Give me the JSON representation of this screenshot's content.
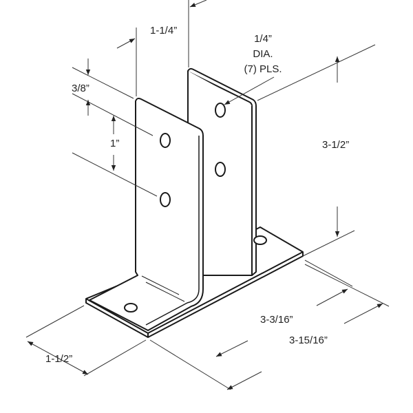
{
  "title": "Double ear urinal screen bracket",
  "dimensions": {
    "plate_gap": "1-1/4”",
    "hole_dia_line1": "1/4”",
    "hole_dia_line2": "DIA.",
    "hole_dia_line3": "(7) PLS.",
    "edge_to_hole": "3/8”",
    "hole_spacing": "1”",
    "height": "3-1/2”",
    "base_inner": "3-3/16”",
    "base_length": "3-15/16”",
    "base_width": "1-1/2”"
  },
  "colors": {
    "line": "#1a1a1a",
    "dim": "#333333"
  }
}
